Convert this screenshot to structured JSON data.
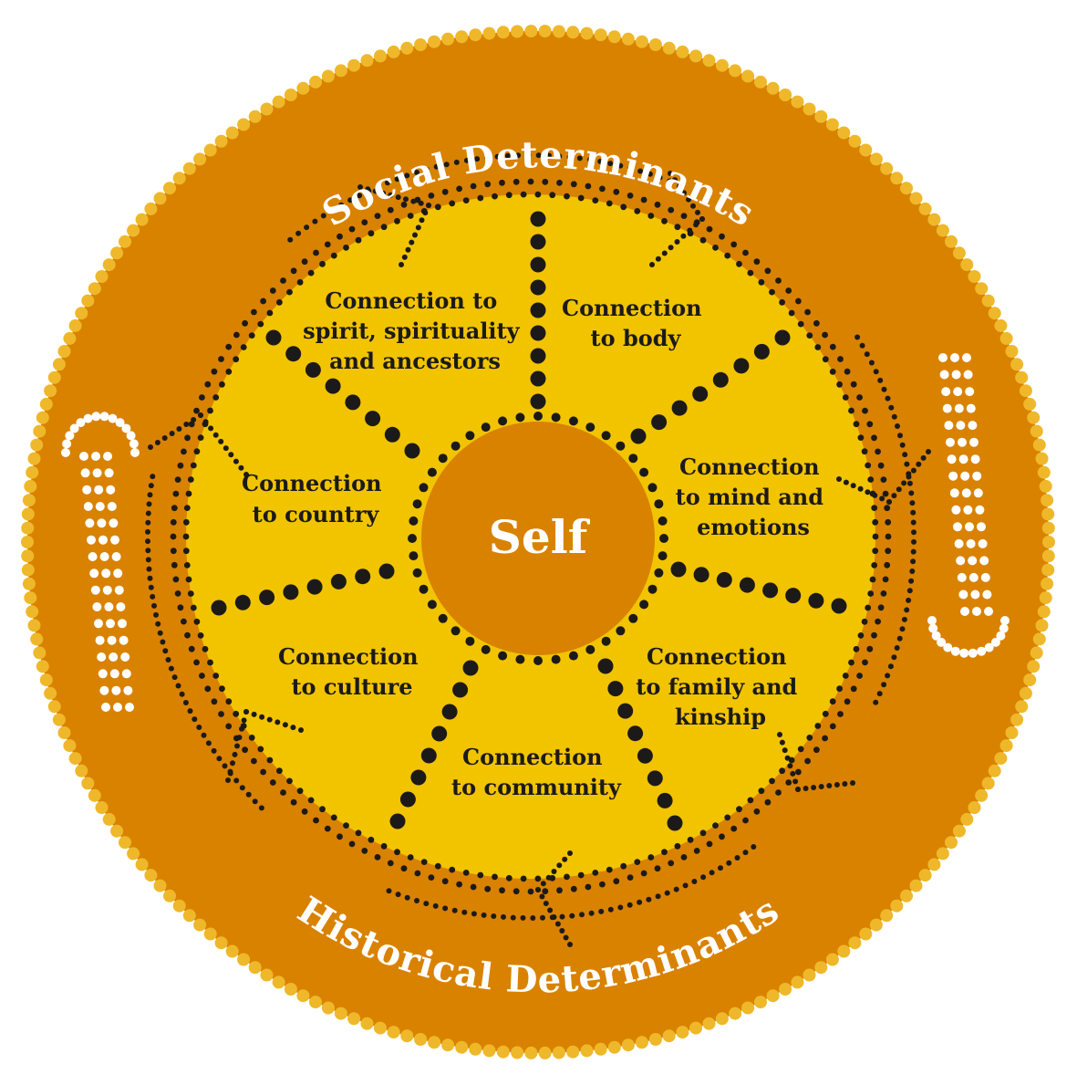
{
  "diagram": {
    "center_label": "Self",
    "outer_labels": {
      "top": "Social Determinants",
      "bottom": "Historical Determinants"
    },
    "segments": [
      {
        "id": "spirit",
        "lines": [
          "Connection to",
          "spirit, spirituality",
          "and ancestors"
        ]
      },
      {
        "id": "body",
        "lines": [
          "Connection",
          "to body"
        ]
      },
      {
        "id": "mind",
        "lines": [
          "Connection",
          "to mind and",
          "emotions"
        ]
      },
      {
        "id": "family",
        "lines": [
          "Connection",
          "to family and",
          "kinship"
        ]
      },
      {
        "id": "community",
        "lines": [
          "Connection",
          "to community"
        ]
      },
      {
        "id": "culture",
        "lines": [
          "Connection",
          "to culture"
        ]
      },
      {
        "id": "country",
        "lines": [
          "Connection",
          "to country"
        ]
      }
    ],
    "colors": {
      "outer_ring": "#d98200",
      "outer_dots": "#efb82a",
      "inner_field": "#f2c400",
      "center": "#d98200",
      "dots": "#1c1a18",
      "white_dots": "#ffffff"
    }
  }
}
